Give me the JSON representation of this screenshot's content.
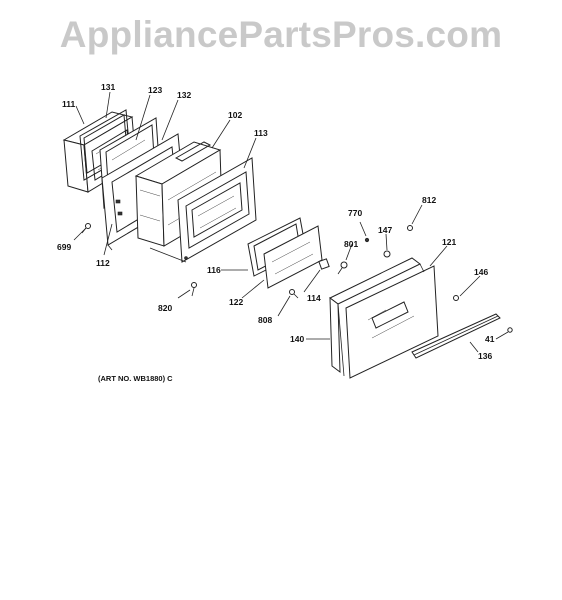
{
  "watermark": "AppliancePartsPros.com",
  "art_number": "(ART NO. WB1880) C",
  "labels": {
    "p111": "111",
    "p131": "131",
    "p123": "123",
    "p132": "132",
    "p102": "102",
    "p113": "113",
    "p699": "699",
    "p112": "112",
    "p116": "116",
    "p820": "820",
    "p122": "122",
    "p808": "808",
    "p114": "114",
    "p801": "801",
    "p770": "770",
    "p147": "147",
    "p812": "812",
    "p121": "121",
    "p146": "146",
    "p140": "140",
    "p41": "41",
    "p136": "136"
  }
}
